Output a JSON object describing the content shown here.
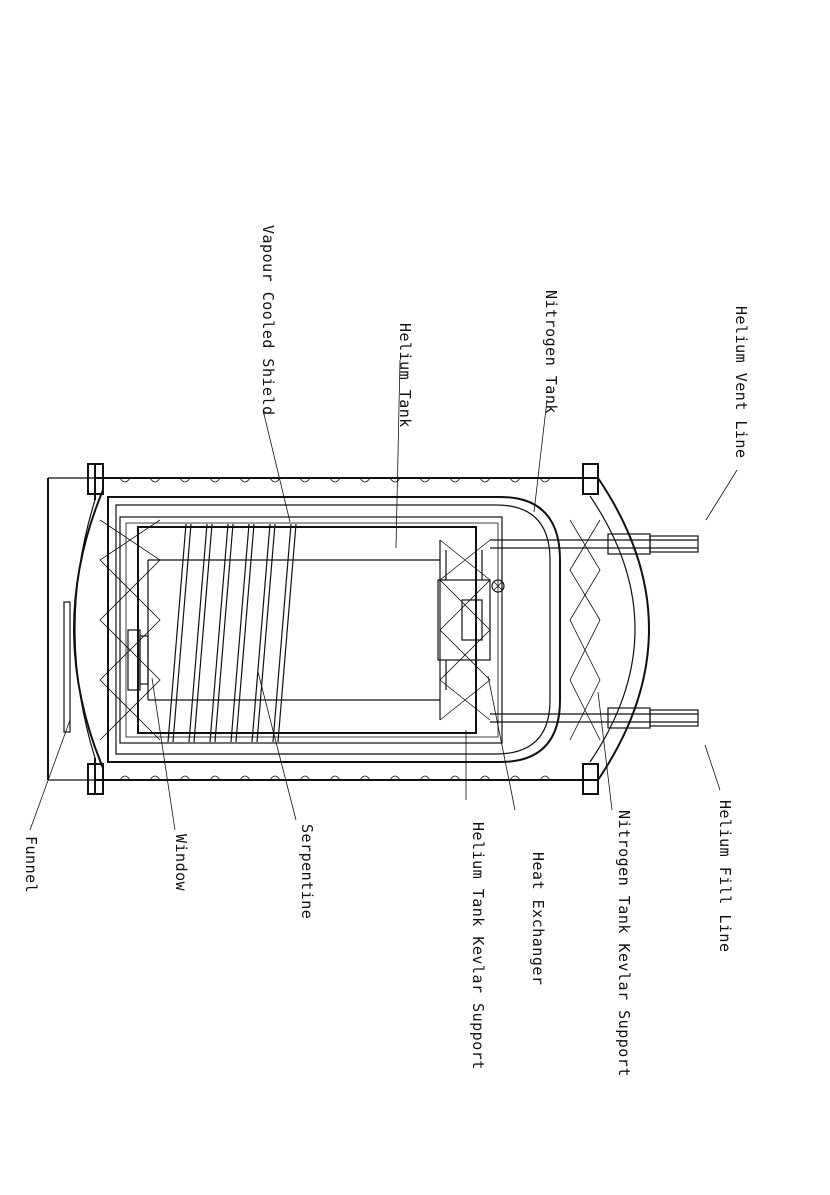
{
  "labels": {
    "helium_vent_line": "Helium Vent Line",
    "nitrogen_tank": "Nitrogen Tank",
    "helium_tank": "Helium Tank",
    "vapour_cooled_shield": "Vapour Cooled Shield",
    "helium_fill_line": "Helium Fill Line",
    "nitrogen_tank_kevlar_support": "Nitrogen Tank Kevlar Support",
    "heat_exchanger": "Heat Exchanger",
    "helium_tank_kevlar_support": "Helium Tank Kevlar Support",
    "serpentine": "Serpentine",
    "window": "Window",
    "funnel": "Funnel"
  }
}
